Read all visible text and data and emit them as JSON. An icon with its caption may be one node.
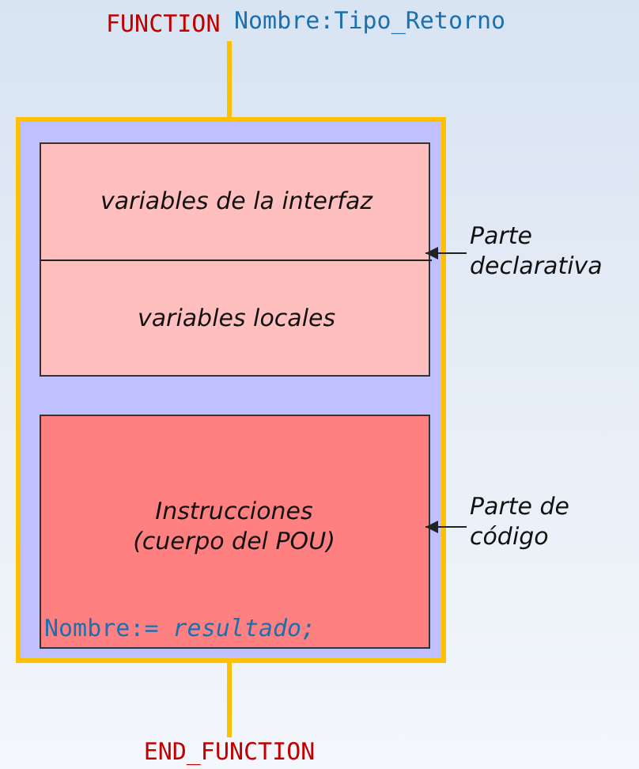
{
  "diagram": {
    "nodes": [
      {
        "text": [
          "FUNCTION",
          "Nombre:Tipo_Retorno"
        ]
      },
      {
        "text": [],
        "shape": "box"
      },
      {
        "text": [],
        "shape": "box",
        "in": 1
      },
      {
        "text": [
          "variables de la interfaz"
        ],
        "in": 2
      },
      {
        "text": [
          "variables locales"
        ],
        "in": 2
      },
      {
        "text": [
          "Instrucciones (cuerpo del POU)",
          "Nombre:= *resultado;*"
        ],
        "in": 1
      },
      {
        "text": [
          "END_FUNCTION"
        ]
      },
      {
        "text": [
          "Parte declarativa"
        ]
      },
      {
        "text": [
          "Parte de código"
        ]
      }
    ],
    "edges": [
      {
        "from": 0,
        "to": 1,
        "arrow": "none",
        "style": "thick",
        "color": "#ffc000"
      },
      {
        "from": 1,
        "to": 6,
        "arrow": "none",
        "style": "thick",
        "color": "#ffc000"
      },
      {
        "from": 7,
        "to": 2,
        "arrow": "to",
        "color": "#222222"
      },
      {
        "from": 8,
        "to": 5,
        "arrow": "to",
        "color": "#222222"
      }
    ]
  }
}
